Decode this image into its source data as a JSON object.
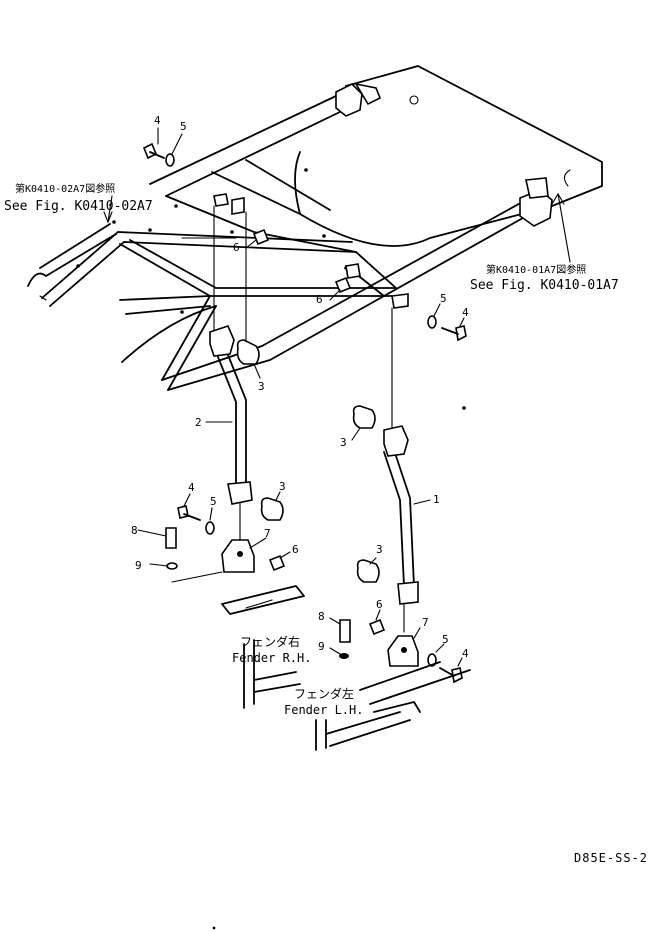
{
  "references": {
    "left_jp": "第K0410-02A7図参照",
    "left_en": "See Fig. K0410-02A7",
    "right_jp": "第K0410-01A7図参照",
    "right_en": "See Fig. K0410-01A7"
  },
  "fenders": {
    "rh_jp": "フェンダ右",
    "rh_en": "Fender R.H.",
    "lh_jp": "フェンダ左",
    "lh_en": "Fender L.H."
  },
  "callouts": {
    "top_bolt": "4",
    "top_washer": "5",
    "frame_nut_left": "6",
    "frame_nut_mid": "6",
    "right_washer": "5",
    "right_bolt": "4",
    "left_upper_bushing": "3",
    "left_pipe": "2",
    "right_upper_bushing": "3",
    "left_lower_bushing": "3",
    "left_bolt": "4",
    "left_washer": "5",
    "right_pipe": "1",
    "left_pin": "8",
    "left_bracket": "7",
    "left_ring": "9",
    "left_nut": "6",
    "right_lower_bushing": "3",
    "right_nut": "6",
    "center_pin": "8",
    "right_bracket": "7",
    "center_ring": "9",
    "lower_washer": "5",
    "lower_bolt": "4"
  },
  "drawing_code": "D85E-SS-2"
}
